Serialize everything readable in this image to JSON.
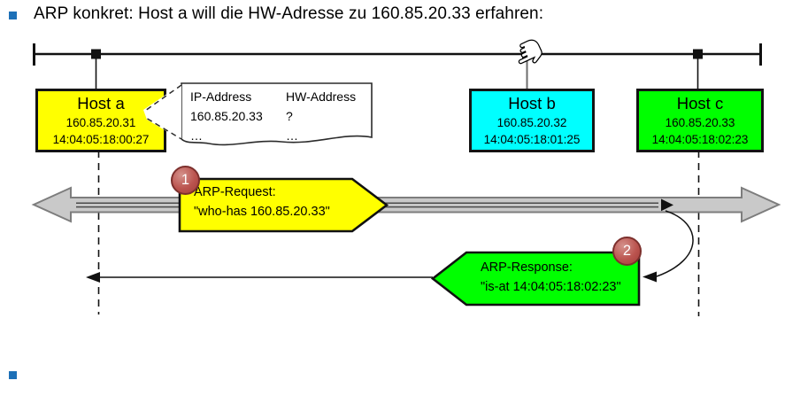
{
  "title": {
    "text": "ARP konkret: Host a will die HW-Adresse zu 160.85.20.33 erfahren:",
    "bullet_color": "#1D70B7"
  },
  "hosts": [
    {
      "name": "Host a",
      "ip": "160.85.20.31",
      "mac": "14:04:05:18:00:27",
      "color": "#FFFF00"
    },
    {
      "name": "Host b",
      "ip": "160.85.20.32",
      "mac": "14:04:05:18:01:25",
      "color": "#00FFFF"
    },
    {
      "name": "Host c",
      "ip": "160.85.20.33",
      "mac": "14:04:05:18:02:23",
      "color": "#00FF00"
    }
  ],
  "arp_table": {
    "col1_header": "IP-Address",
    "col2_header": "HW-Address",
    "row1_ip": "160.85.20.33",
    "row1_hw": "?",
    "row2_ip": "…",
    "row2_hw": "…"
  },
  "request": {
    "step": "1",
    "label": "ARP-Request:",
    "detail": "\"who-has 160.85.20.33\"",
    "color": "#FFFF00"
  },
  "response": {
    "step": "2",
    "label": "ARP-Response:",
    "detail": "\"is-at 14:04:05:18:02:23\"",
    "color": "#00FF00"
  },
  "colors": {
    "step_badge": "#B8433F",
    "bus_arrow_fill": "#C9C9C9",
    "bus_arrow_stroke": "#7D7D7D",
    "line_black": "#111111"
  },
  "icons": {
    "cursor": "hand-cursor"
  }
}
